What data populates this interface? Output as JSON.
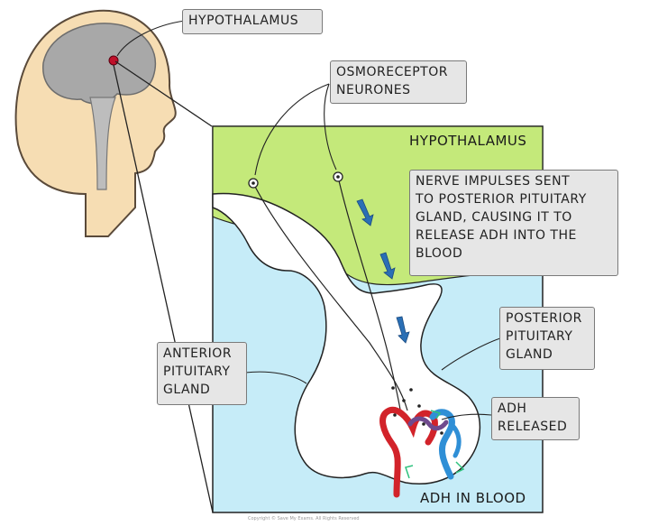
{
  "labels": {
    "hypothalamus_head": "HYPOTHALAMUS",
    "osmoreceptor_line1": "OSMORECEPTOR",
    "osmoreceptor_line2": "NEURONES",
    "hypothalamus_region": "HYPOTHALAMUS",
    "nerve_line1": "NERVE IMPULSES SENT",
    "nerve_line2": "TO POSTERIOR PITUITARY",
    "nerve_line3": "GLAND, CAUSING IT TO",
    "nerve_line4": "RELEASE ADH INTO THE",
    "nerve_line5": "BLOOD",
    "posterior_line1": "POSTERIOR",
    "posterior_line2": "PITUITARY",
    "posterior_line3": "GLAND",
    "anterior_line1": "ANTERIOR",
    "anterior_line2": "PITUITARY",
    "anterior_line3": "GLAND",
    "adh_line1": "ADH",
    "adh_line2": "RELEASED",
    "adh_blood": "ADH IN BLOOD"
  },
  "footer": {
    "copyright": "Copyright © Save My Exams. All Rights Reserved"
  },
  "colors": {
    "hypothalamus_region": "#c4e97a",
    "pituitary_background": "#c6ecf8",
    "gland": "#ffffff",
    "brain": "#a8a8a8",
    "head_skin": "#f6ddb3",
    "artery": "#d2232a",
    "vein": "#2f8fd6",
    "arrow": "#2a6fb5",
    "purple_vessel": "#6f4a8e"
  }
}
